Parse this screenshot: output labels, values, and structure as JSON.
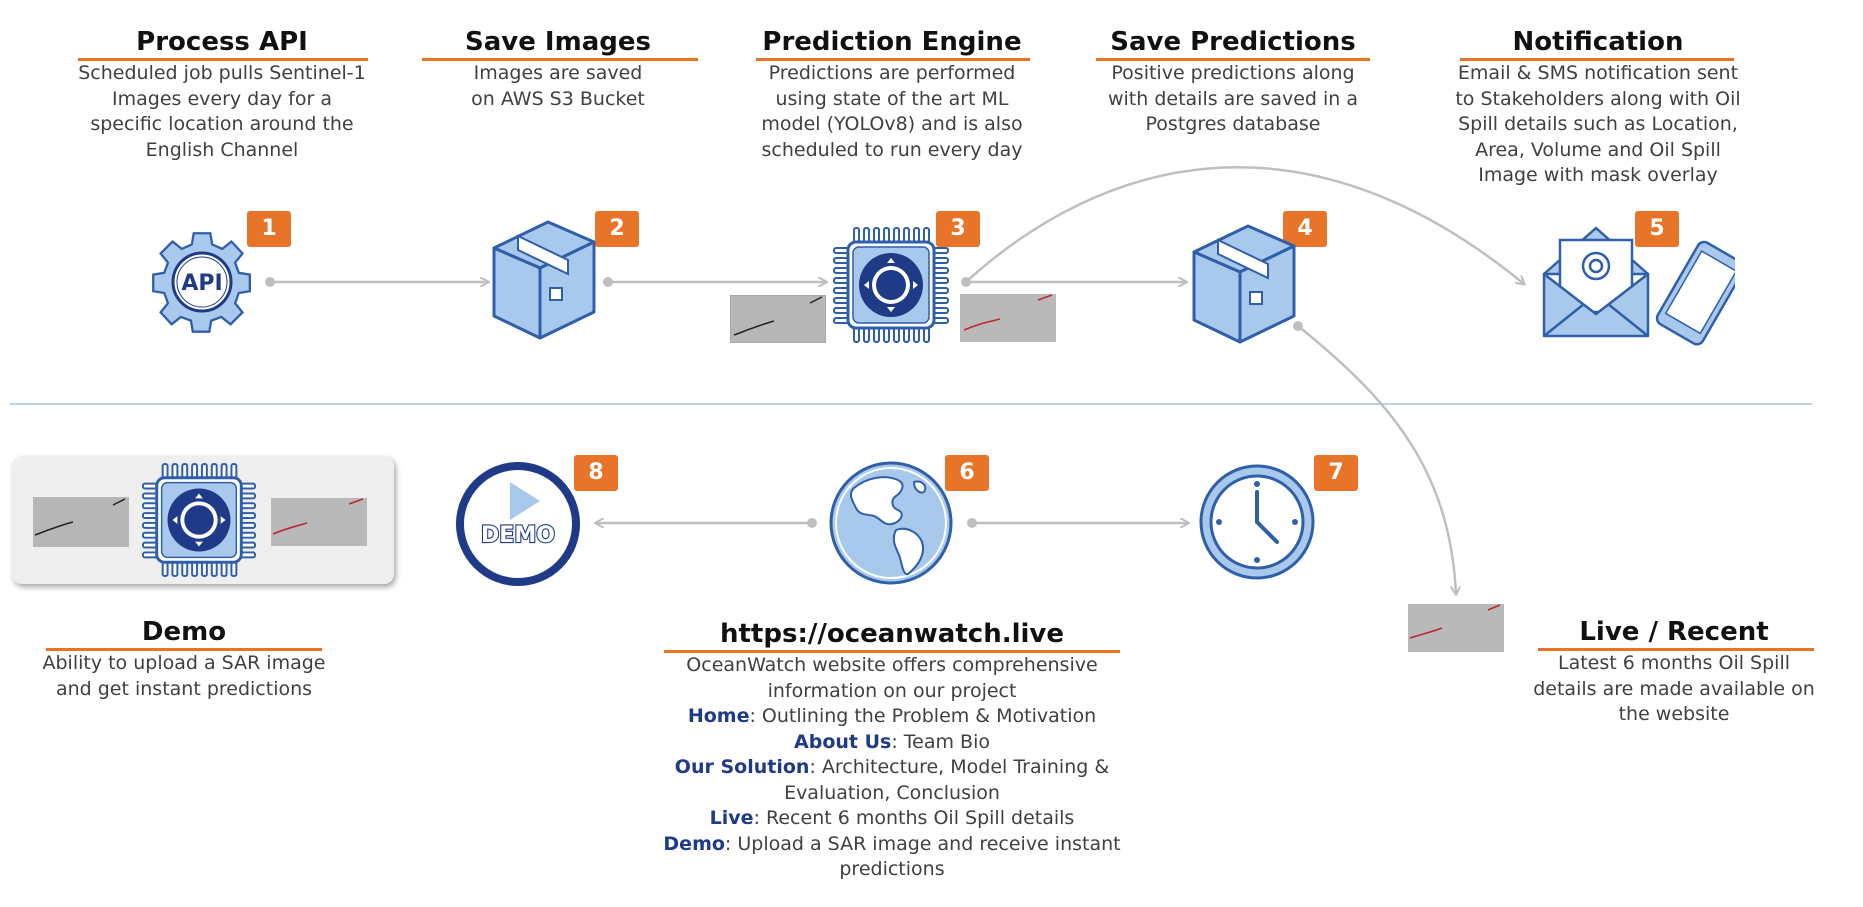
{
  "steps": [
    {
      "num": "1",
      "title": "Process API",
      "desc": [
        "Scheduled job pulls Sentinel-1",
        "Images every day for a",
        "specific location around the",
        "English Channel"
      ],
      "icon": "gear-api-icon",
      "icon_text": "API"
    },
    {
      "num": "2",
      "title": "Save Images",
      "desc": [
        "Images are saved",
        "on AWS S3 Bucket"
      ],
      "icon": "storage-box-icon"
    },
    {
      "num": "3",
      "title": "Prediction Engine",
      "desc": [
        "Predictions are performed",
        "using state of the art ML",
        "model (YOLOv8) and is also",
        "scheduled to run every day"
      ],
      "icon": "ml-chip-icon"
    },
    {
      "num": "4",
      "title": "Save Predictions",
      "desc": [
        "Positive predictions along",
        "with details are saved in a",
        "Postgres database"
      ],
      "icon": "database-box-icon"
    },
    {
      "num": "5",
      "title": "Notification",
      "desc": [
        "Email & SMS notification sent",
        "to Stakeholders along with Oil",
        "Spill details such as Location,",
        "Area, Volume and Oil Spill",
        "Image with mask overlay"
      ],
      "icon": "email-phone-icon"
    }
  ],
  "bottom": {
    "badges": {
      "demo": "8",
      "website": "6",
      "clock": "7"
    },
    "demo_icon_text": "DEMO",
    "demo": {
      "title": "Demo",
      "desc": [
        "Ability to upload a SAR image",
        "and get instant predictions"
      ]
    },
    "website": {
      "title": "https://oceanwatch.live",
      "intro": [
        "OceanWatch website offers comprehensive",
        "information on our project"
      ],
      "items": [
        {
          "key": "Home",
          "text": ": Outlining the Problem & Motivation"
        },
        {
          "key": "About Us",
          "text": ": Team Bio"
        },
        {
          "key": "Our Solution",
          "text": ": Architecture, Model Training &",
          "cont": "Evaluation, Conclusion"
        },
        {
          "key": "Live",
          "text": ": Recent 6 months Oil Spill details"
        },
        {
          "key": "Demo",
          "text": ": Upload a SAR image and receive instant",
          "cont": "predictions"
        }
      ]
    },
    "live": {
      "title": "Live / Recent",
      "desc": [
        "Latest 6 months Oil Spill",
        "details are made available on",
        "the website"
      ]
    }
  },
  "colors": {
    "accent": "#e8742a",
    "icon_fill": "#a9c9ec",
    "icon_stroke": "#2f5fa8",
    "chip_dark": "#1f3a86",
    "arrow": "#bfbfbf",
    "divider": "#a9c4dd"
  }
}
